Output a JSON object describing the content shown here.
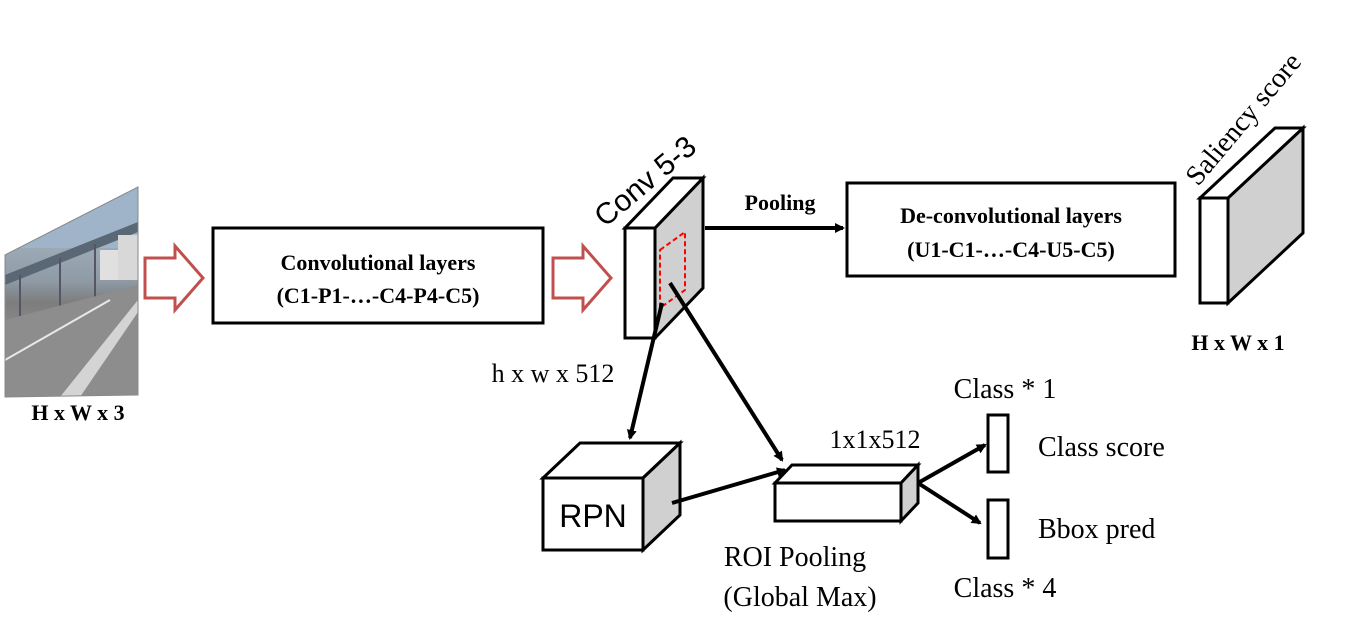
{
  "input": {
    "dims_label": "H x W x 3",
    "photo_icon": "road-scene-photo"
  },
  "conv_layers": {
    "title": "Convolutional layers",
    "sequence": "(C1-P1-…-C4-P4-C5)"
  },
  "conv53": {
    "label": "Conv 5-3",
    "dims_label": "h x w x 512"
  },
  "pooling_label": "Pooling",
  "deconv": {
    "title": "De-convolutional layers",
    "sequence": "(U1-C1-…-C4-U5-C5)"
  },
  "saliency": {
    "label": "Saliency score",
    "dims_label": "H x W x 1"
  },
  "rpn": {
    "label": "RPN"
  },
  "roi": {
    "dims_label": "1x1x512",
    "label_line1": "ROI Pooling",
    "label_line2": "(Global Max)"
  },
  "outputs": {
    "class_mult": "Class * 1",
    "class_score": "Class score",
    "bbox_pred": "Bbox pred",
    "bbox_mult": "Class * 4"
  },
  "colors": {
    "hollow_arrow": "#c0504d",
    "roi_box_dash": "#ff0000",
    "box_side": "#d0d0d0",
    "stroke": "#000000"
  }
}
